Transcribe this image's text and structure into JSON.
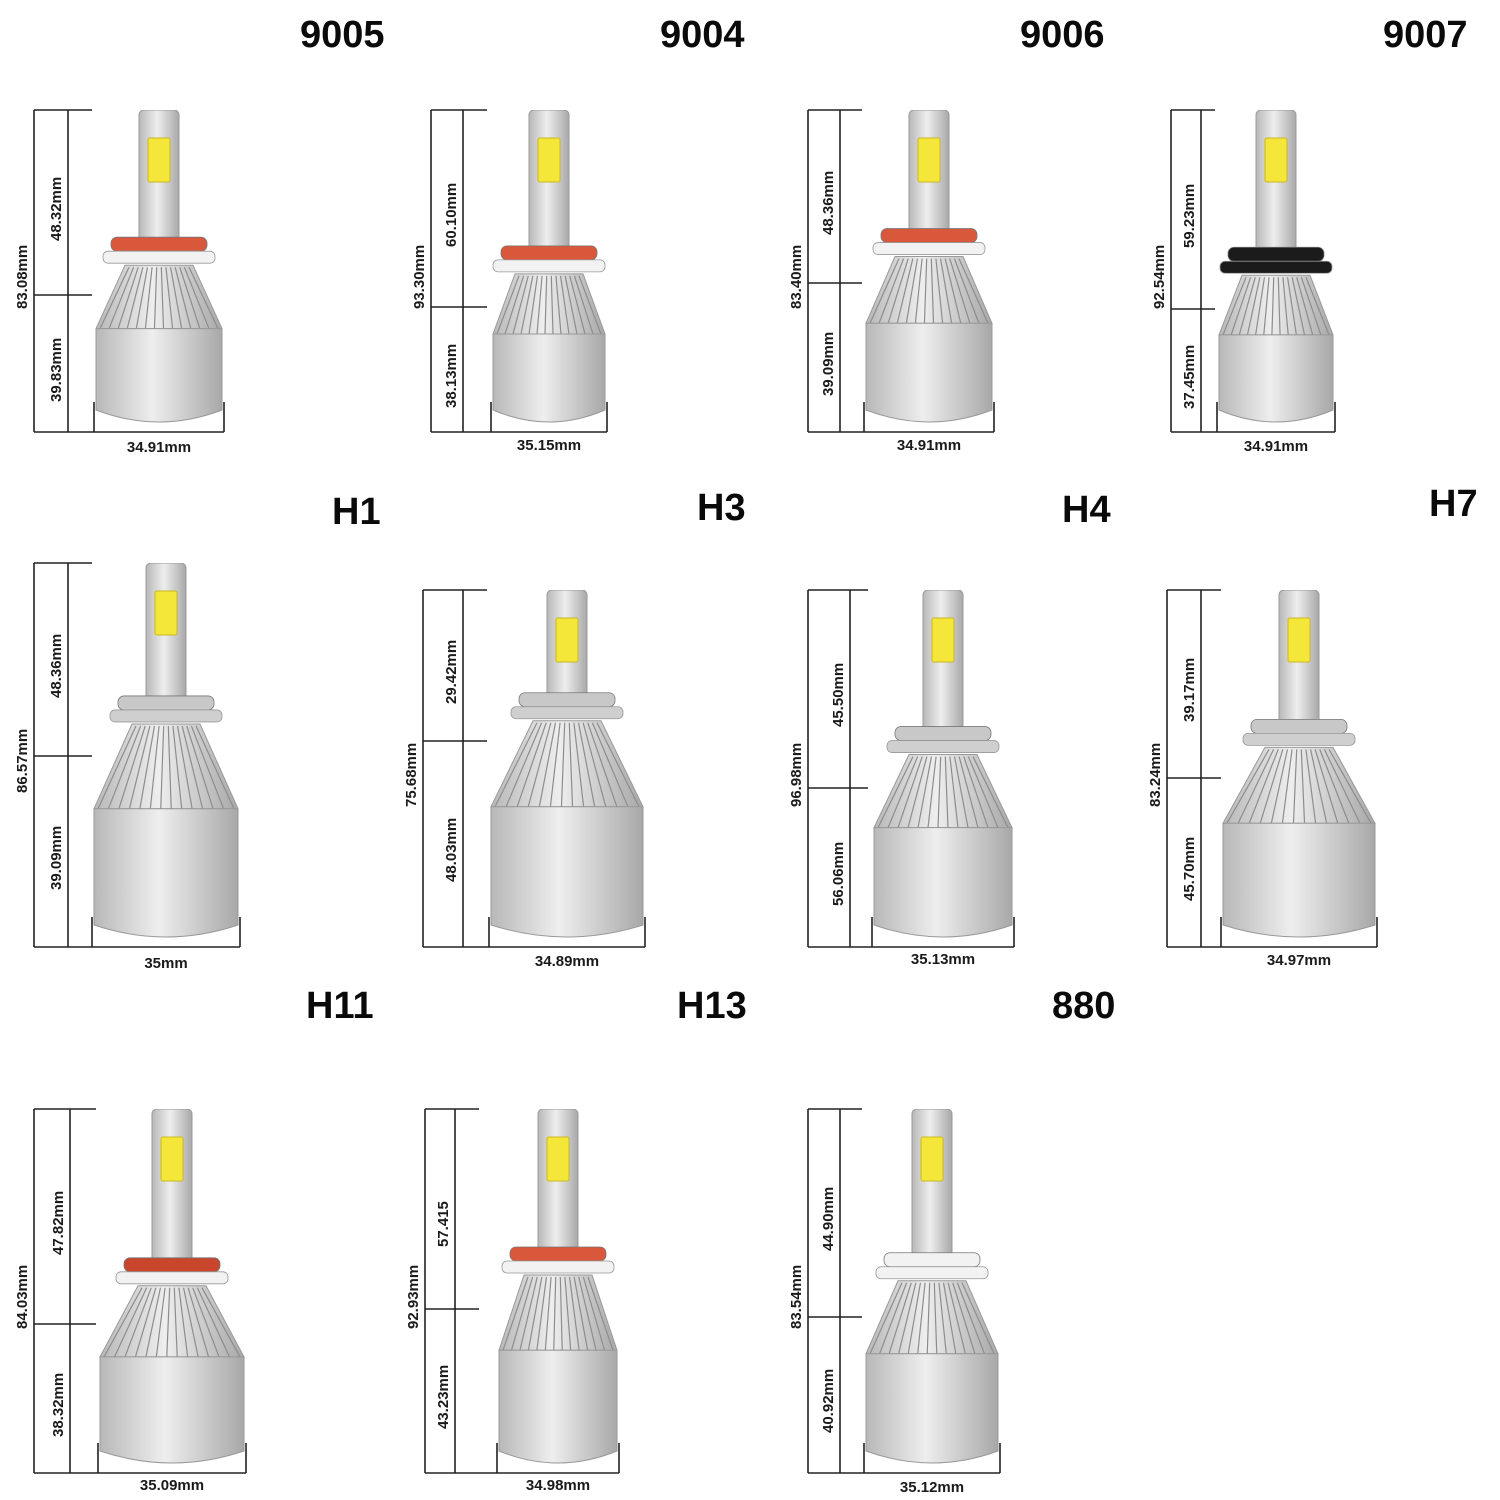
{
  "bulbs": [
    {
      "model": "9005",
      "total": "83.08mm",
      "upper": "48.32mm",
      "lower": "39.83mm",
      "width": "34.91mm",
      "collar_color": "#d9573a",
      "base_color": "#f2f2f2"
    },
    {
      "model": "9004",
      "total": "93.30mm",
      "upper": "60.10mm",
      "lower": "38.13mm",
      "width": "35.15mm",
      "collar_color": "#d9573a",
      "base_color": "#f2f2f2"
    },
    {
      "model": "9006",
      "total": "83.40mm",
      "upper": "48.36mm",
      "lower": "39.09mm",
      "width": "34.91mm",
      "collar_color": "#d9573a",
      "base_color": "#f2f2f2"
    },
    {
      "model": "9007",
      "total": "92.54mm",
      "upper": "59.23mm",
      "lower": "37.45mm",
      "width": "34.91mm",
      "collar_color": "#1b1b1b",
      "base_color": "#1b1b1b"
    },
    {
      "model": "H1",
      "total": "86.57mm",
      "upper": "48.36mm",
      "lower": "39.09mm",
      "width": "35mm",
      "collar_color": "#c8c8c8",
      "base_color": "#cfcfcf"
    },
    {
      "model": "H3",
      "total": "75.68mm",
      "upper": "29.42mm",
      "lower": "48.03mm",
      "width": "34.89mm",
      "collar_color": "#c8c8c8",
      "base_color": "#cfcfcf"
    },
    {
      "model": "H4",
      "total": "96.98mm",
      "upper": "45.50mm",
      "lower": "56.06mm",
      "width": "35.13mm",
      "collar_color": "#c8c8c8",
      "base_color": "#cfcfcf"
    },
    {
      "model": "H7",
      "total": "83.24mm",
      "upper": "39.17mm",
      "lower": "45.70mm",
      "width": "34.97mm",
      "collar_color": "#c8c8c8",
      "base_color": "#cfcfcf"
    },
    {
      "model": "H11",
      "total": "84.03mm",
      "upper": "47.82mm",
      "lower": "38.32mm",
      "width": "35.09mm",
      "collar_color": "#c9452c",
      "base_color": "#f2f2f2"
    },
    {
      "model": "H13",
      "total": "92.93mm",
      "upper": "57.415",
      "lower": "43.23mm",
      "width": "34.98mm",
      "collar_color": "#d9573a",
      "base_color": "#f2f2f2"
    },
    {
      "model": "880",
      "total": "83.54mm",
      "upper": "44.90mm",
      "lower": "40.92mm",
      "width": "35.12mm",
      "collar_color": "#f2f2f2",
      "base_color": "#f2f2f2"
    }
  ]
}
